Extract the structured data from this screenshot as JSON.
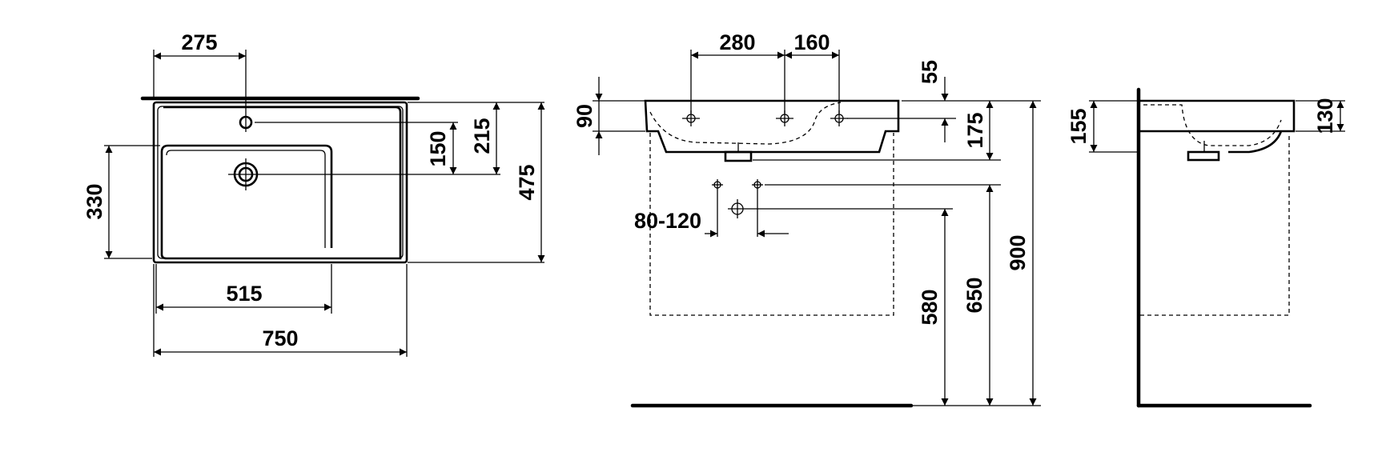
{
  "dimensions": {
    "top_view": {
      "tap_offset": "275",
      "hole_gap": "150",
      "tap_to_front": "215",
      "depth": "475",
      "bowl_depth": "330",
      "bowl_width": "515",
      "width": "750"
    },
    "front_view": {
      "hole_spacing_left": "280",
      "hole_spacing_right": "160",
      "rim_thickness": "55",
      "rim_height": "90",
      "basin_height": "175",
      "waste_spacing": "80-120",
      "waste_height": "580",
      "supply_height": "650",
      "total_height": "900"
    },
    "side_view": {
      "overall_height": "155",
      "basin_height": "130"
    }
  }
}
